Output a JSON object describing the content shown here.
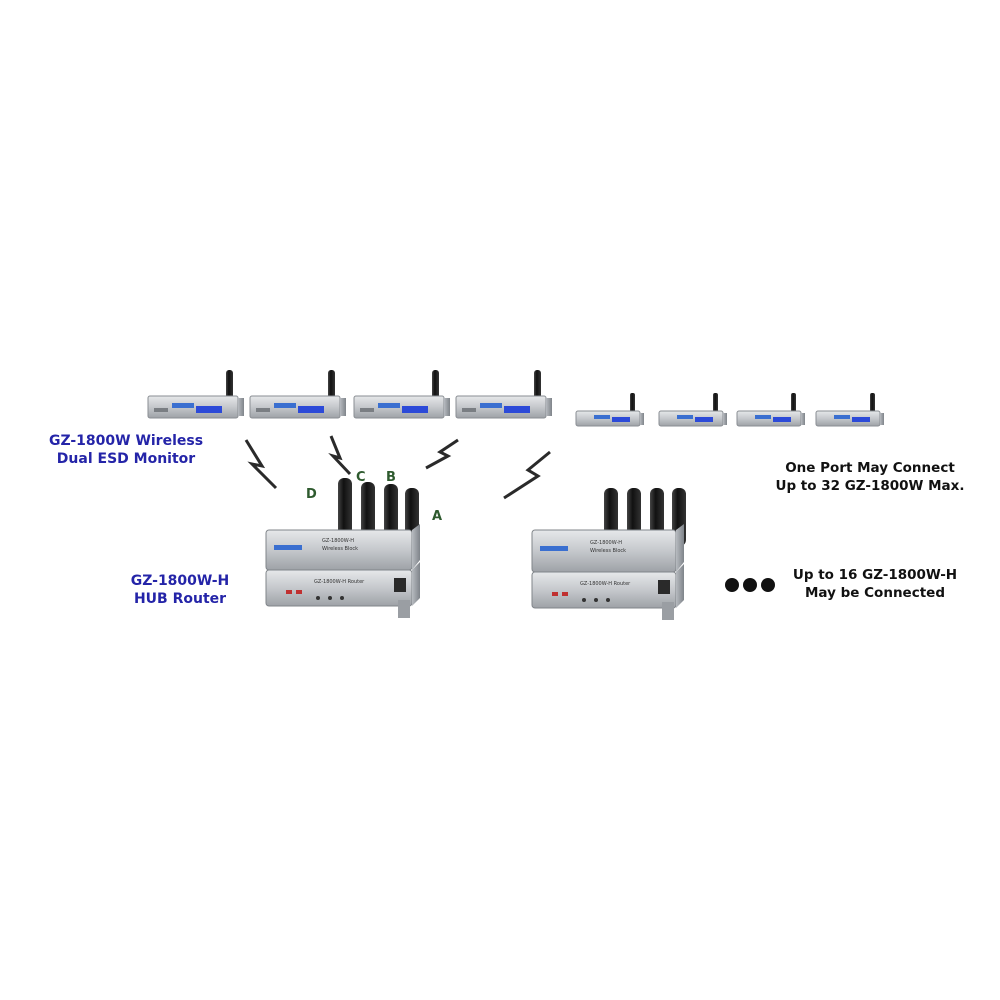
{
  "labels": {
    "monitor_line1": "GZ-1800W Wireless",
    "monitor_line2": "Dual ESD Monitor",
    "hub_line1": "GZ-1800W-H",
    "hub_line2": "HUB Router",
    "port_note_line1": "One Port May Connect",
    "port_note_line2": "Up to 32 GZ-1800W Max.",
    "hub_note_line1": "Up to 16 GZ-1800W-H",
    "hub_note_line2": "May be Connected"
  },
  "ports": {
    "a": "A",
    "b": "B",
    "c": "C",
    "d": "D"
  },
  "device_text": {
    "hub_top_label": "GZ-1800W-H",
    "hub_top_sub": "Wireless Block",
    "hub_bottom_label": "GZ-1800W-H Router"
  },
  "colors": {
    "label_blue": "#2424a8",
    "device_silver": "#c9ccd0",
    "device_dark": "#6b6f74",
    "antenna": "#1a1a1a",
    "led_blue": "#2c4ad8",
    "signal_bolt": "#2a2a2a"
  },
  "more_indicator": "ellipsis-dots"
}
